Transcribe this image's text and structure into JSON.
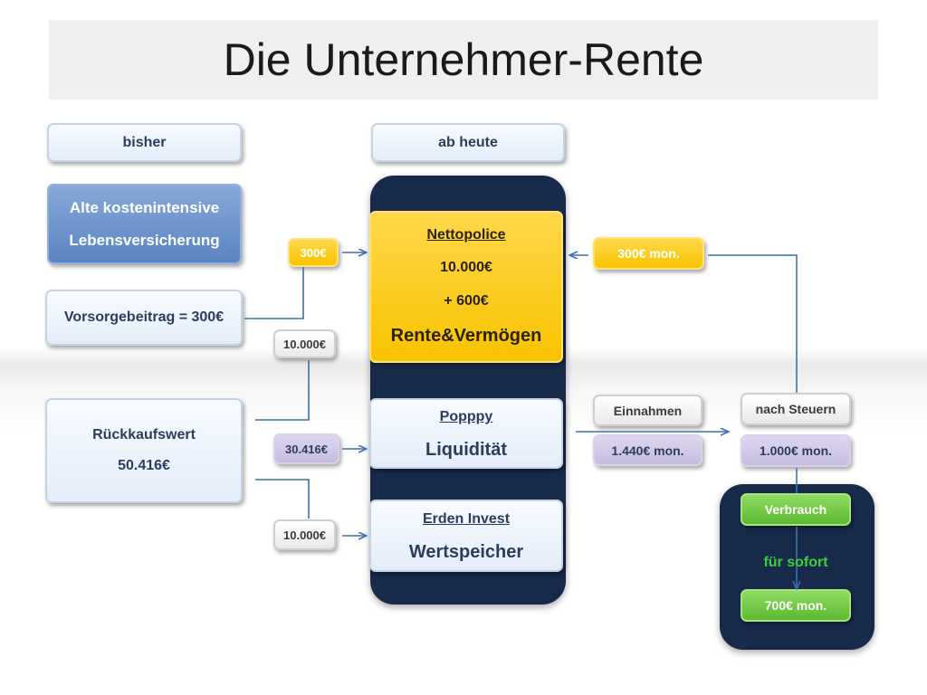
{
  "title": "Die Unternehmer-Rente",
  "headers": {
    "left": "bisher",
    "right": "ab heute"
  },
  "left": {
    "old_insurance": [
      "Alte kostenintensive",
      "Lebensversicherung"
    ],
    "contribution": "Vorsorgebeitrag = 300€",
    "surrender_label": "Rückkaufswert",
    "surrender_value": "50.416€"
  },
  "tags": {
    "t300": "300€",
    "t10000_top": "10.000€",
    "t30416": "30.416€",
    "t10000_bottom": "10.000€",
    "t300_monthly": "300€ mon."
  },
  "products": {
    "netto": {
      "name": "Nettopolice",
      "amount": "10.000€",
      "plus": "+ 600€",
      "label": "Rente&Vermögen"
    },
    "popppy": {
      "name": "Popppy",
      "label": "Liquidität"
    },
    "erden": {
      "name": "Erden Invest",
      "label": "Wertspeicher"
    }
  },
  "income": {
    "label": "Einnahmen",
    "value": "1.440€ mon."
  },
  "after_tax": {
    "label": "nach Steuern",
    "value": "1.000€ mon."
  },
  "consumption": {
    "label": "Verbrauch",
    "immediate": "für sofort",
    "value": "700€ mon."
  },
  "colors": {
    "navy": "#172a4a",
    "yellow": "#f8c300",
    "green": "#5cb930",
    "lilac": "#c6bce0",
    "blue": "#5a84c1",
    "connector": "#3d6fb1",
    "text_green": "#3ecf3e"
  }
}
